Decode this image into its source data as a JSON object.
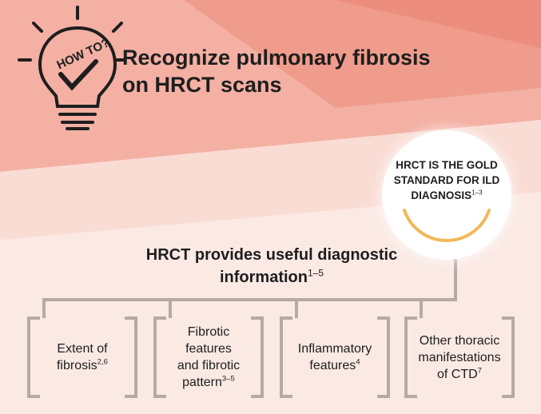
{
  "logo": {
    "text": "HOW TO?"
  },
  "header": {
    "title_line1": "Recognize pulmonary fibrosis",
    "title_line2": "on HRCT scans"
  },
  "badge": {
    "line1": "HRCT IS THE GOLD",
    "line2": "STANDARD FOR ILD",
    "line3": "DIAGNOSIS",
    "ref": "1–3"
  },
  "subtitle": {
    "line1": "HRCT provides useful diagnostic",
    "line2": "information",
    "ref": "1–5"
  },
  "boxes": [
    {
      "lines": [
        "Extent of",
        "fibrosis"
      ],
      "ref": "2,6"
    },
    {
      "lines": [
        "Fibrotic",
        "features",
        "and fibrotic",
        "pattern"
      ],
      "ref": "3–5"
    },
    {
      "lines": [
        "Inflammatory",
        "features"
      ],
      "ref": "4"
    },
    {
      "lines": [
        "Other thoracic",
        "manifestations",
        "of CTD"
      ],
      "ref": "7"
    }
  ],
  "colors": {
    "accent": "#f0b85a",
    "bracket": "#b7aaa4",
    "banner": "#ee8a7a"
  }
}
